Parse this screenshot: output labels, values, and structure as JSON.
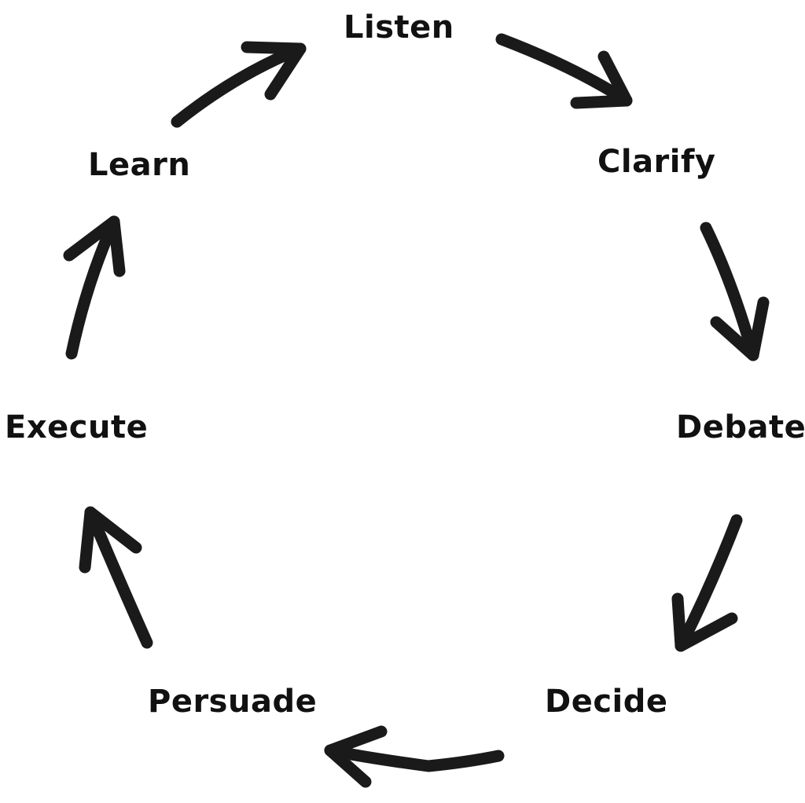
{
  "steps": [
    {
      "key": "listen",
      "label": "Listen"
    },
    {
      "key": "clarify",
      "label": "Clarify"
    },
    {
      "key": "debate",
      "label": "Debate"
    },
    {
      "key": "decide",
      "label": "Decide"
    },
    {
      "key": "persuade",
      "label": "Persuade"
    },
    {
      "key": "execute",
      "label": "Execute"
    },
    {
      "key": "learn",
      "label": "Learn"
    }
  ],
  "colors": {
    "ink": "#111111",
    "background": "#ffffff"
  }
}
